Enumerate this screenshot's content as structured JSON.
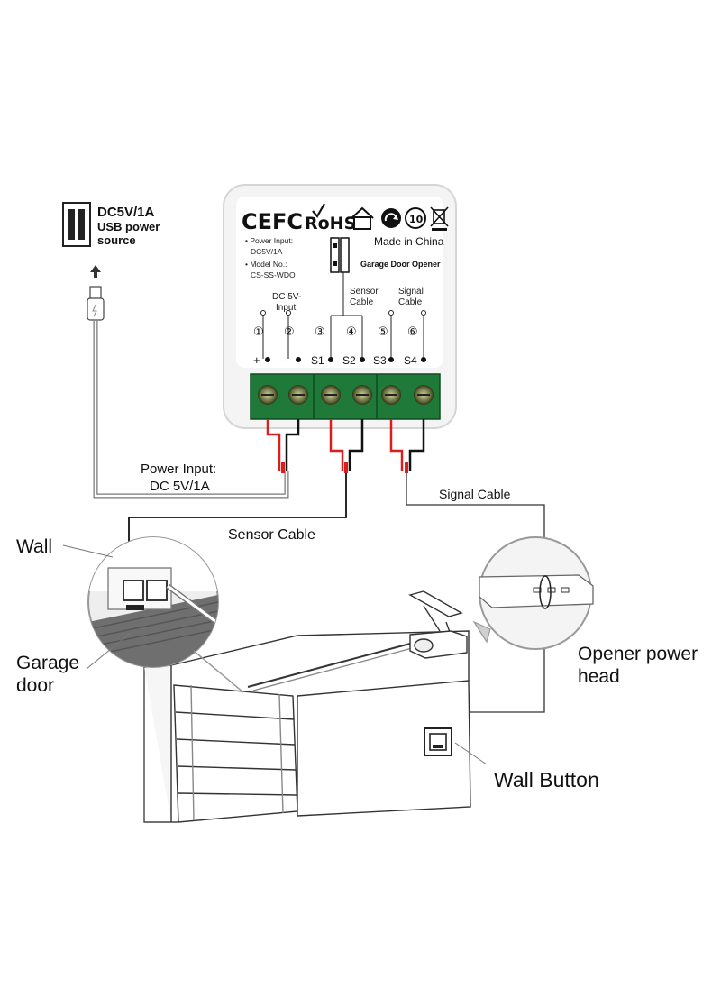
{
  "usb_source": {
    "line1": "DC5V/1A",
    "line2": "USB power",
    "line3": "source"
  },
  "device": {
    "cert_marks": {
      "ce": "CE",
      "fc": "FC",
      "rohs": "RoHS",
      "ten": "10"
    },
    "made_in": "Made in China",
    "title": "Garage Door Opener",
    "spec": {
      "power_label": "• Power Input:",
      "power_value": "DC5V/1A",
      "model_label": "• Model No.:",
      "model_value": "CS-SS-WDO"
    },
    "group_labels": {
      "dc_line1": "DC 5V-",
      "dc_line2": "Input",
      "sensor_line1": "Sensor",
      "sensor_line2": "Cable",
      "signal_line1": "Signal",
      "signal_line2": "Cable"
    },
    "terminals": [
      {
        "num": "①",
        "label": "+"
      },
      {
        "num": "②",
        "label": "-"
      },
      {
        "num": "③",
        "label": "S1"
      },
      {
        "num": "④",
        "label": "S2"
      },
      {
        "num": "⑤",
        "label": "S3"
      },
      {
        "num": "⑥",
        "label": "S4"
      }
    ]
  },
  "labels": {
    "power_input_line1": "Power Input:",
    "power_input_line2": "DC 5V/1A",
    "sensor_cable": "Sensor Cable",
    "signal_cable": "Signal Cable",
    "wall": "Wall",
    "garage_line1": "Garage",
    "garage_line2": "door",
    "opener_line1": "Opener power",
    "opener_line2": "head",
    "wall_button": "Wall Button"
  },
  "colors": {
    "terminal_green": "#1f7a3a",
    "wire_red": "#d91e1e",
    "wire_black": "#111111",
    "device_body": "#f4f4f4"
  },
  "icons": [
    "usb-wall-socket-icon",
    "arrow-up-icon",
    "usb-plug-icon",
    "house-icon",
    "recycle-icon",
    "weee-bin-icon",
    "door-sensor-icon"
  ]
}
